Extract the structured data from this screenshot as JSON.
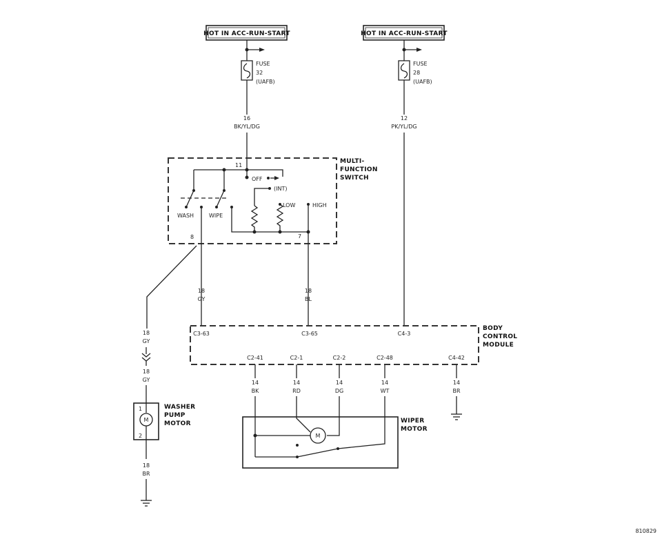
{
  "sources": [
    {
      "label": "HOT IN ACC-RUN-START"
    },
    {
      "label": "HOT IN ACC-RUN-START"
    }
  ],
  "fuses": [
    {
      "label": "FUSE",
      "number": "32",
      "location": "(UAFB)"
    },
    {
      "label": "FUSE",
      "number": "28",
      "location": "(UAFB)"
    }
  ],
  "wires": {
    "fuse32_out": {
      "gauge": "16",
      "color": "BK/YL/DG"
    },
    "fuse28_out": {
      "gauge": "12",
      "color": "PK/YL/DG"
    },
    "wipe_to_bcm": {
      "gauge": "18",
      "color": "GY"
    },
    "high_to_bcm": {
      "gauge": "18",
      "color": "BL"
    },
    "washer_feed": {
      "gauge": "18",
      "color": "GY"
    },
    "washer_ground": {
      "gauge": "18",
      "color": "BR"
    },
    "bcm_bk": {
      "gauge": "14",
      "color": "BK"
    },
    "bcm_rd": {
      "gauge": "14",
      "color": "RD"
    },
    "bcm_dg": {
      "gauge": "14",
      "color": "DG"
    },
    "bcm_wt": {
      "gauge": "14",
      "color": "WT"
    },
    "bcm_br": {
      "gauge": "14",
      "color": "BR"
    }
  },
  "components": {
    "multifunction_switch": {
      "title": [
        "MULTI-",
        "FUNCTION",
        "SWITCH"
      ],
      "pins": {
        "in": "11",
        "wash_out": "8",
        "high_out": "7"
      },
      "positions": {
        "off": "OFF",
        "int": "(INT)",
        "low": "LOW",
        "high": "HIGH",
        "wash": "WASH",
        "wipe": "WIPE"
      }
    },
    "body_control_module": {
      "title": [
        "BODY",
        "CONTROL",
        "MODULE"
      ],
      "pins": [
        "C3-63",
        "C3-65",
        "C4-3",
        "C2-41",
        "C2-1",
        "C2-2",
        "C2-48",
        "C4-42"
      ]
    },
    "wiper_motor": {
      "title": [
        "WIPER",
        "MOTOR"
      ],
      "symbol": "M"
    },
    "washer_pump_motor": {
      "title": [
        "WASHER",
        "PUMP",
        "MOTOR"
      ],
      "pins": [
        "1",
        "2"
      ],
      "symbol": "M"
    }
  },
  "figure_id": "810829"
}
